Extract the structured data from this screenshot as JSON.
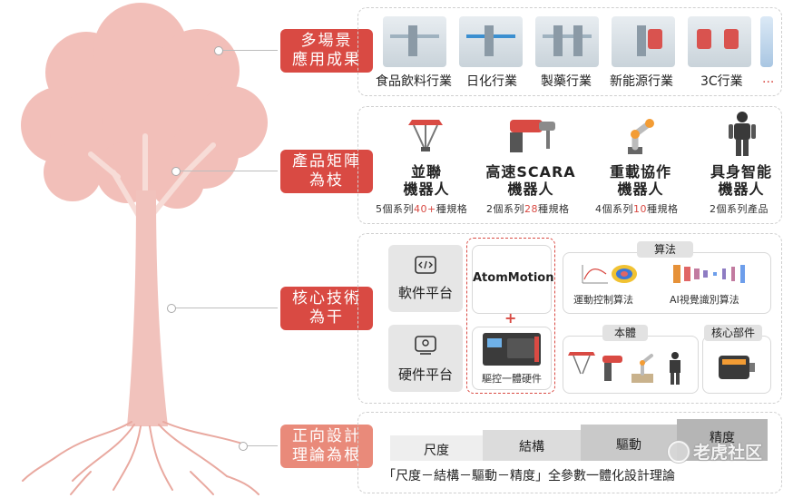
{
  "layers": {
    "scenarios": {
      "label_line1": "多場景",
      "label_line2": "應用成果"
    },
    "products": {
      "label_line1": "產品矩陣",
      "label_line2": "為枝"
    },
    "core": {
      "label_line1": "核心技術",
      "label_line2": "為干"
    },
    "theory": {
      "label_line1": "正向設計",
      "label_line2": "理論為根"
    }
  },
  "industries": [
    "食品飲料行業",
    "日化行業",
    "製藥行業",
    "新能源行業",
    "3C行業"
  ],
  "industries_more": "...",
  "products": [
    {
      "line1": "並聯",
      "line2": "機器人",
      "sub_a": "5個系列",
      "sub_num": "40+",
      "sub_b": "種規格"
    },
    {
      "line1": "高速SCARA",
      "line2": "機器人",
      "sub_a": "2個系列",
      "sub_num": "28",
      "sub_b": "種規格"
    },
    {
      "line1": "重載協作",
      "line2": "機器人",
      "sub_a": "4個系列",
      "sub_num": "10",
      "sub_b": "種規格"
    },
    {
      "line1": "具身智能",
      "line2": "機器人",
      "sub_a": "2個系列",
      "sub_num": "",
      "sub_b": "產品"
    }
  ],
  "core": {
    "software_platform": "軟件平台",
    "hardware_platform": "硬件平台",
    "atommotion": "AtomMotion",
    "plus": "+",
    "drive_control": "驅控一體硬件",
    "algorithm_tag": "算法",
    "motion_algo": "運動控制算法",
    "vision_algo": "AI視覺識別算法",
    "body_tag": "本體",
    "core_parts_tag": "核心部件"
  },
  "theory": {
    "steps": [
      "尺度",
      "結構",
      "驅動",
      "精度"
    ],
    "caption": "「尺度－結構－驅動－精度」全參數一體化設計理論"
  },
  "watermark": "老虎社区",
  "colors": {
    "red": "#d94a43",
    "tree": "#f0bcb6",
    "trunk": "#f3c9c3"
  }
}
